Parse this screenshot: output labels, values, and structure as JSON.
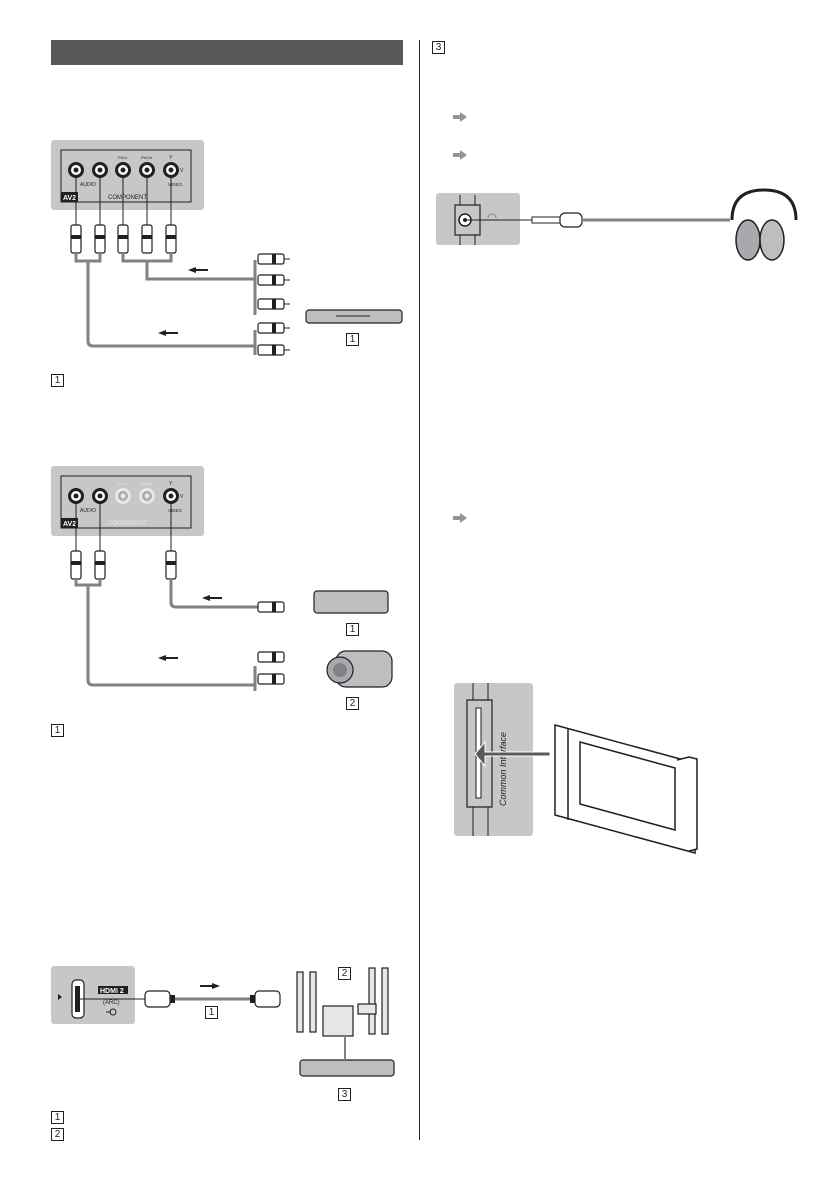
{
  "page": {
    "header_bar_label": "",
    "right_column": {
      "top_marker": "3",
      "pointer_icons": [
        "arrow-right-icon",
        "arrow-right-icon",
        "arrow-right-icon"
      ]
    }
  },
  "diagram_component": {
    "panel_labels": {
      "av_badge": "AV2",
      "audio": "AUDIO",
      "component": "COMPONENT",
      "pb": "Pb/Cb",
      "pr": "Pr/Cr",
      "y": "Y",
      "v": "V",
      "video": "VIDEO"
    },
    "device_marker": "1",
    "legend_marker": "1"
  },
  "diagram_composite": {
    "panel_labels": {
      "av_badge": "AV2",
      "audio": "AUDIO",
      "component": "COMPONENT",
      "pb": "Pb/Cb",
      "pr": "Pr/Cr",
      "y": "Y",
      "v": "V",
      "video": "VIDEO"
    },
    "device_markers": [
      "1",
      "2"
    ],
    "legend_marker": "1"
  },
  "diagram_hdmi": {
    "port_label": "HDMI 2",
    "arc_label": "(ARC)",
    "cable_marker": "1",
    "system_marker": "2",
    "player_marker": "3",
    "legend_markers": [
      "1",
      "2"
    ]
  },
  "diagram_headphones": {},
  "diagram_ci": {
    "slot_label": "Common Interface"
  }
}
